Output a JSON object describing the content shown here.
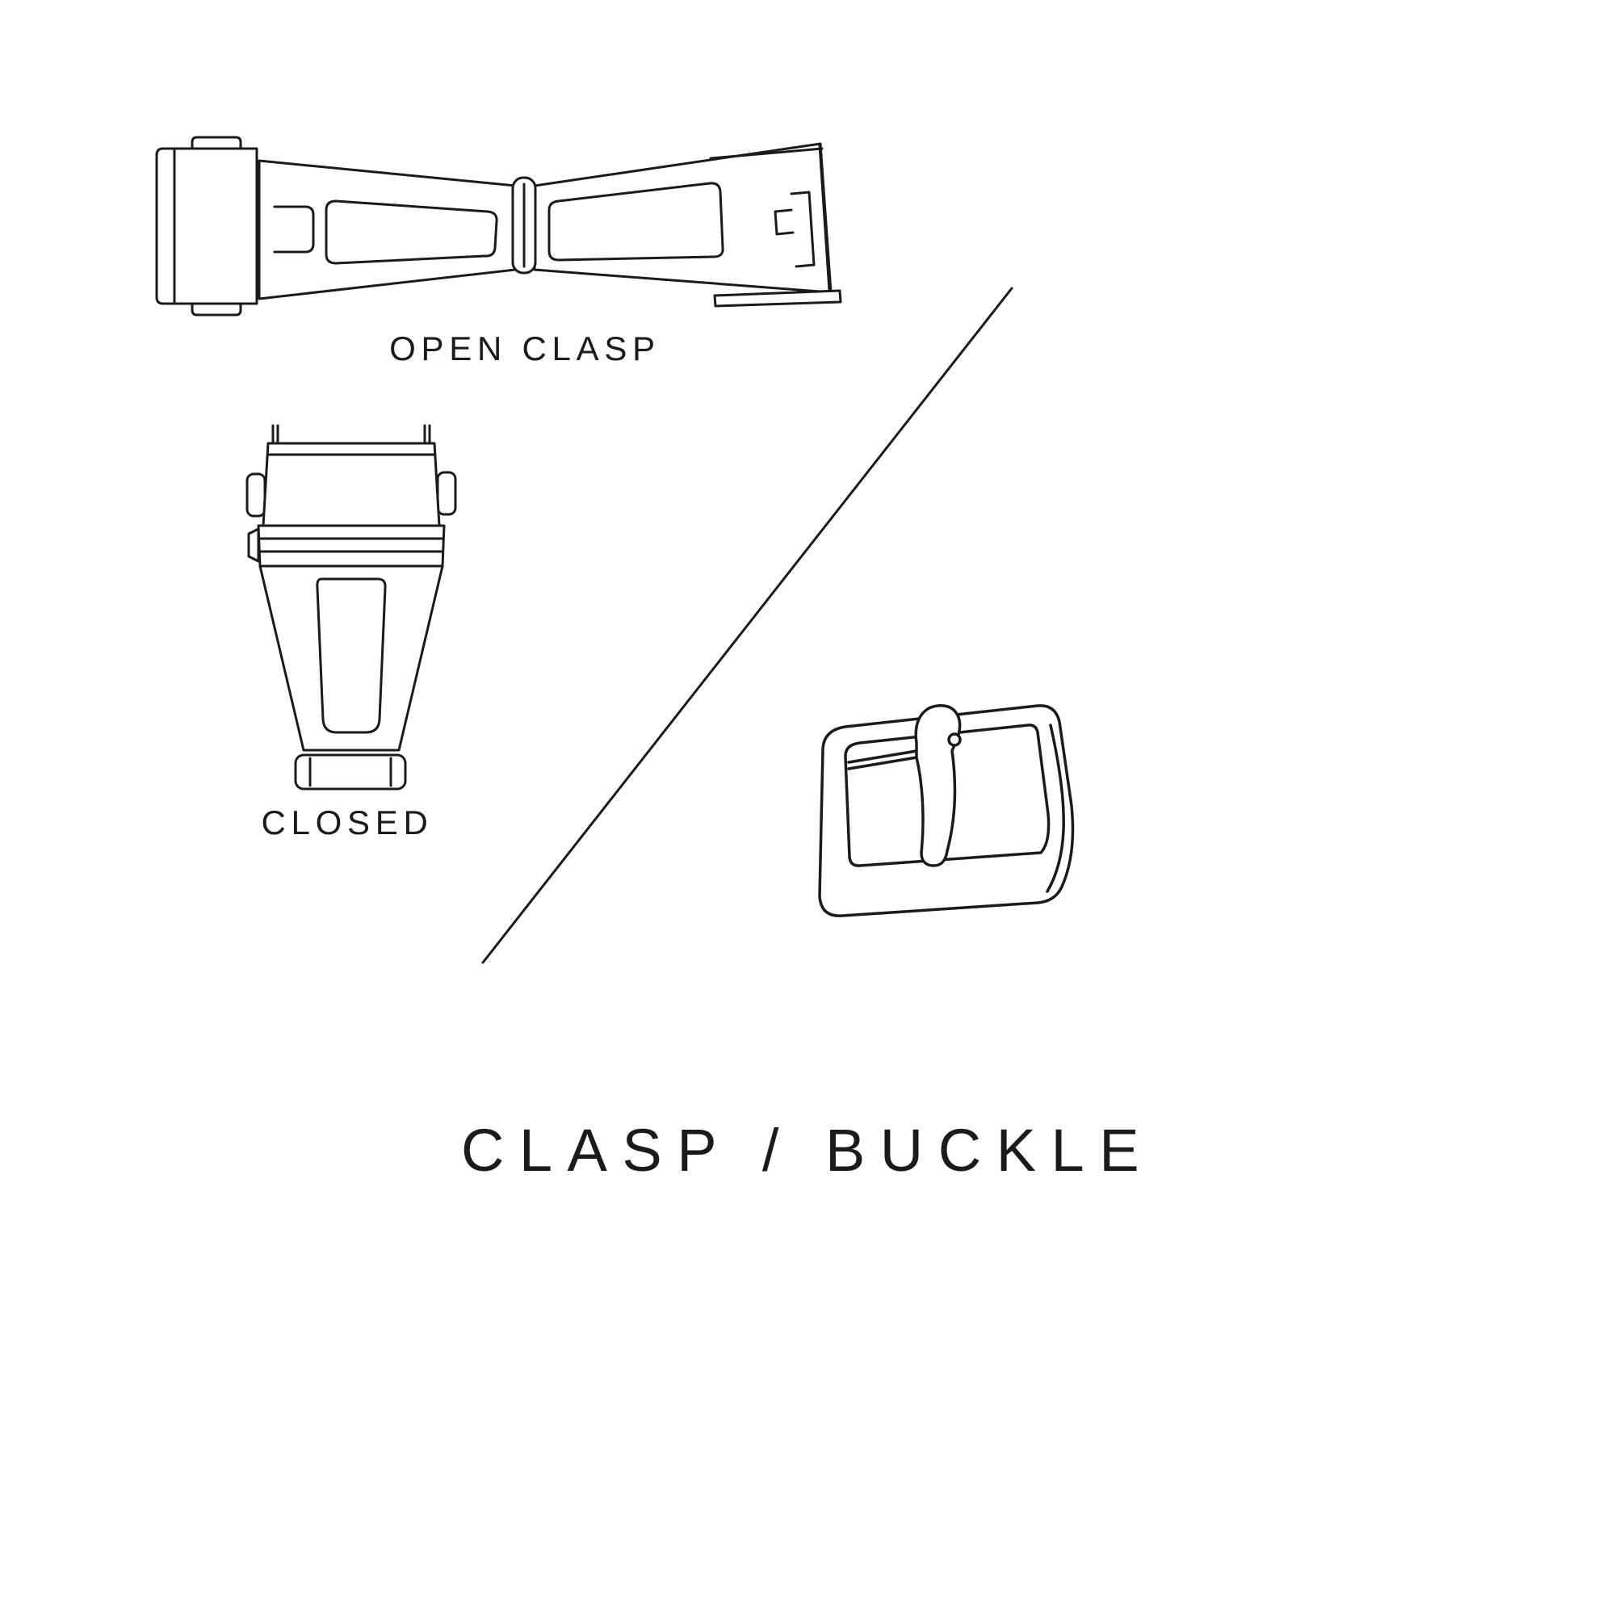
{
  "canvas": {
    "background_color": "#ffffff",
    "ink_color": "#1b1b1b"
  },
  "illustrations": {
    "open_clasp": {
      "icon": "open-clasp-line-drawing-icon",
      "caption": "OPEN CLASP"
    },
    "closed_clasp": {
      "icon": "closed-clasp-line-drawing-icon",
      "caption": "CLOSED"
    },
    "buckle": {
      "icon": "tang-buckle-line-drawing-icon"
    }
  },
  "title": "CLASP / BUCKLE"
}
